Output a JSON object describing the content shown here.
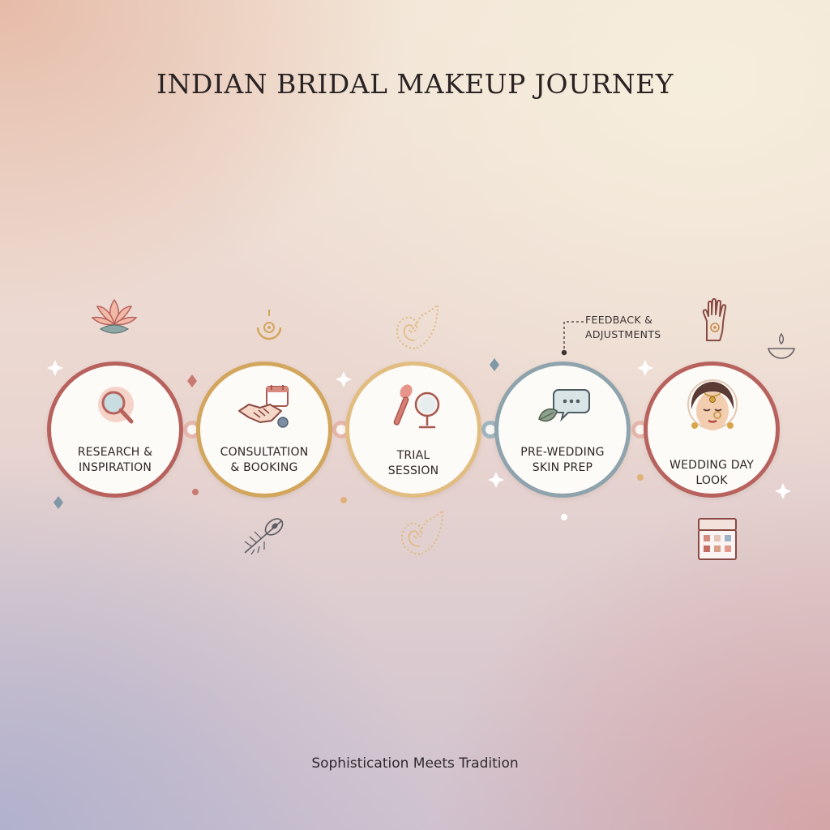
{
  "title": "INDIAN BRIDAL MAKEUP JOURNEY",
  "subtitle": "Sophistication Meets Tradition",
  "steps": [
    {
      "label": "RESEARCH &\nINSPIRATION",
      "icon": "magnifier-icon",
      "color": "#b8625e"
    },
    {
      "label": "CONSULTATION\n& BOOKING",
      "icon": "handshake-calendar-icon",
      "color": "#d3a65e"
    },
    {
      "label": "TRIAL\nSESSION",
      "icon": "brush-mirror-icon",
      "color": "#e2bd82"
    },
    {
      "label": "PRE-WEDDING\nSKIN PREP",
      "icon": "leaf-speech-bubble-icon",
      "color": "#8fa3ad"
    },
    {
      "label": "WEDDING DAY\nLOOK",
      "icon": "bride-face-icon",
      "color": "#b8625e"
    }
  ],
  "annotation": "FEEDBACK &\nADJUSTMENTS",
  "colors": {
    "rose": "#b8625e",
    "gold": "#d3a65e",
    "sand": "#e2bd82",
    "slate": "#8fa3ad",
    "connector": "#e6b6ac"
  }
}
